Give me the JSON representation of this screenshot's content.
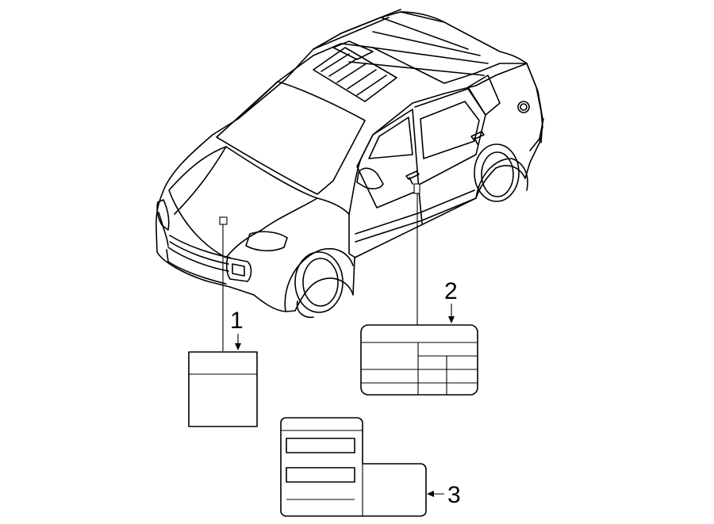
{
  "callouts": [
    {
      "id": "label-1",
      "number": "1"
    },
    {
      "id": "label-2",
      "number": "2"
    },
    {
      "id": "label-3",
      "number": "3"
    }
  ],
  "colors": {
    "line": "#000000",
    "background": "#ffffff"
  }
}
